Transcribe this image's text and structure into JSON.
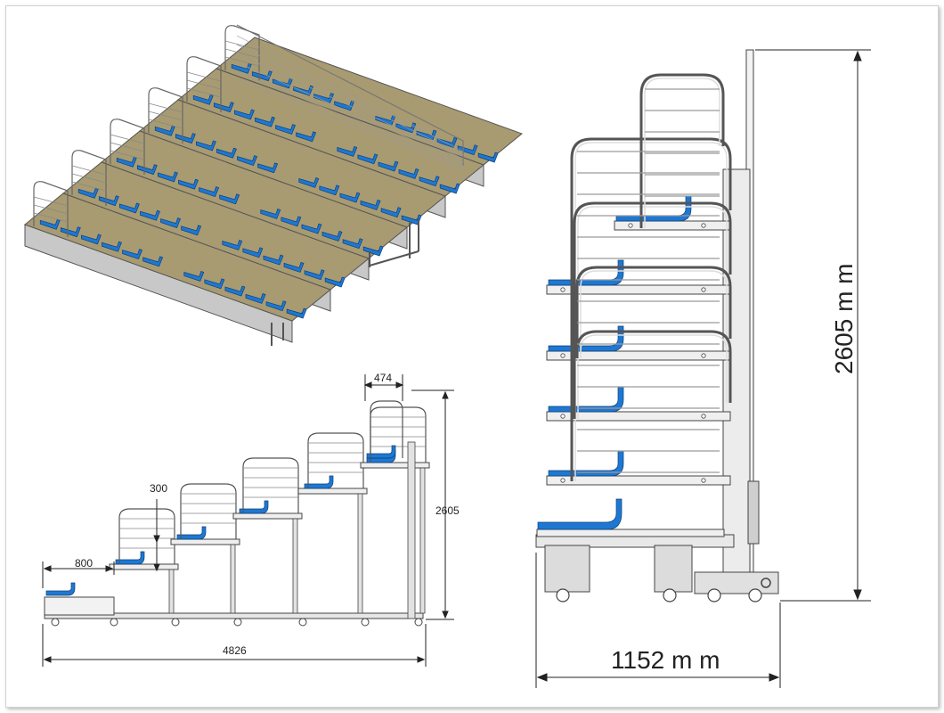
{
  "colors": {
    "seat_blue": "#1e78d2",
    "frame_grey": "#a8a8a8",
    "deck_tan": "#a89b72",
    "line_dark": "#333333"
  },
  "dimensions": {
    "total_length": "4826",
    "total_height": "2605",
    "tier_depth": "800",
    "rise": "300",
    "top_depth": "474",
    "folded_height": "2605 m m",
    "folded_depth": "1152 m m"
  }
}
